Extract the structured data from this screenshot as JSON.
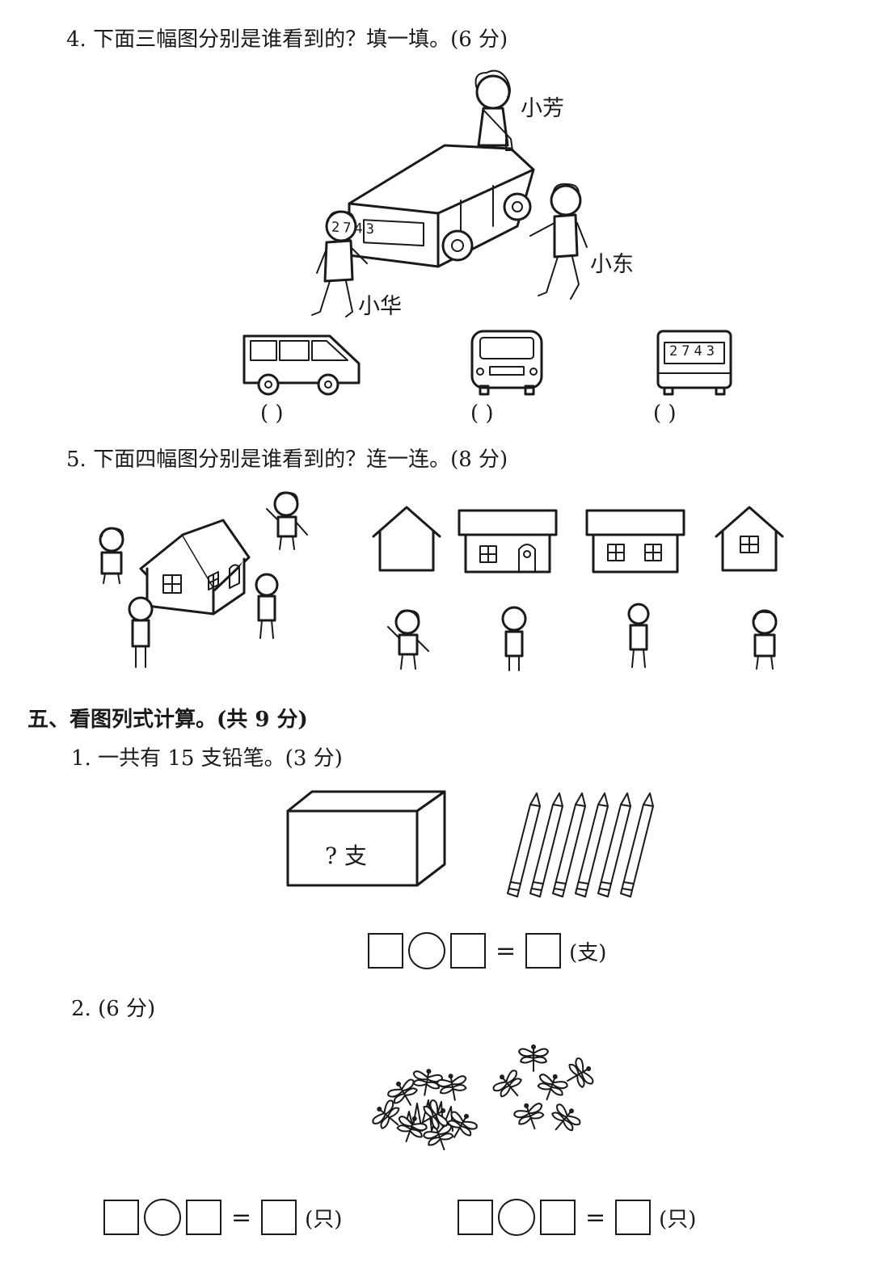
{
  "q4": {
    "title": "4. 下面三幅图分别是谁看到的？填一填。(6 分)",
    "names": {
      "xiaofang": "小芳",
      "xiaodong": "小东",
      "xiaohua": "小华"
    },
    "plate": "2743",
    "answers": [
      "(    )",
      "(    )",
      "(    )"
    ]
  },
  "q5": {
    "title": "5. 下面四幅图分别是谁看到的？连一连。(8 分)"
  },
  "section5": {
    "title": "五、看图列式计算。(共 9 分)",
    "p1": {
      "title": "1. 一共有 15 支铅笔。(3 分)",
      "box_label": "? 支",
      "unit": "(支)",
      "equals": "="
    },
    "p2": {
      "title": "2. (6 分)",
      "unit": "(只)",
      "equals": "="
    }
  }
}
